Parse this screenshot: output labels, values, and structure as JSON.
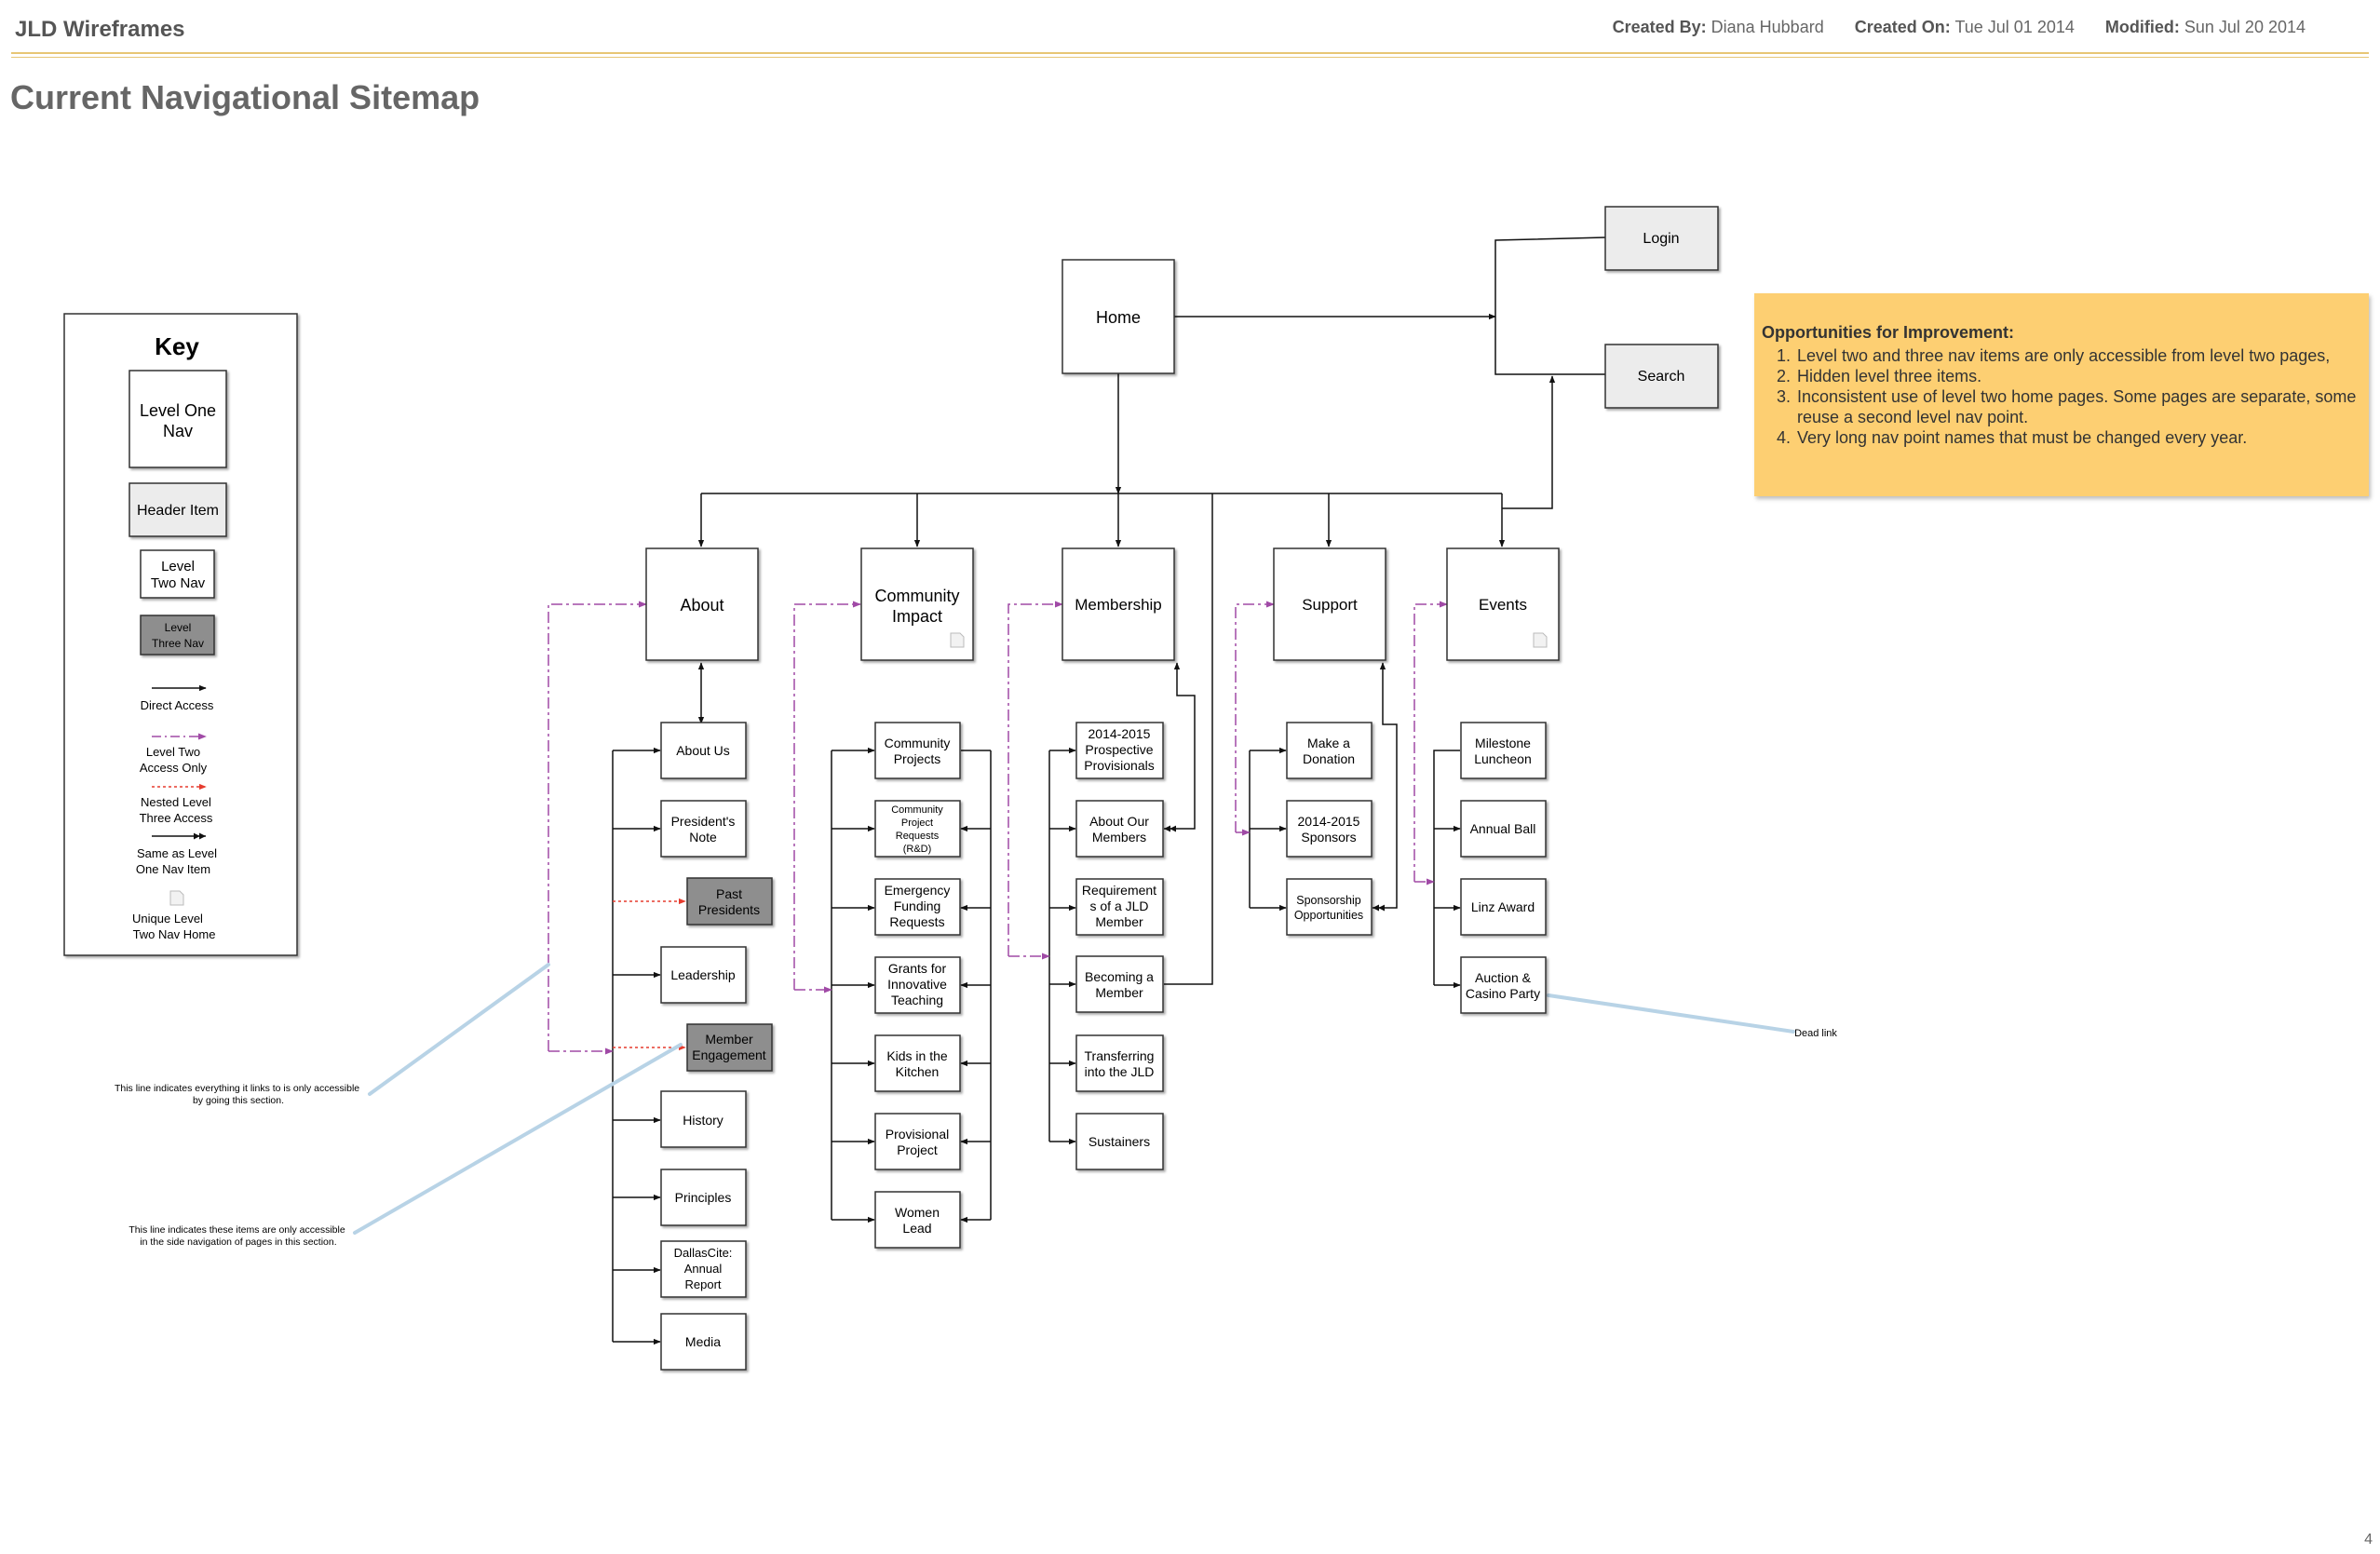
{
  "header": {
    "app_title": "JLD Wireframes",
    "created_by_label": "Created By:",
    "created_by_value": "Diana Hubbard",
    "created_on_label": "Created On:",
    "created_on_value": "Tue Jul 01 2014",
    "modified_label": "Modified:",
    "modified_value": "Sun Jul 20 2014"
  },
  "page_title": "Current Navigational Sitemap",
  "page_number": "4",
  "key": {
    "title": "Key",
    "level_one": "Level One Nav",
    "header_item": "Header Item",
    "level_two": "Level Two Nav",
    "level_three": "Level Three Nav",
    "direct_access": "Direct Access",
    "level_two_access": "Level Two Access Only",
    "nested_access": "Nested Level Three Access",
    "same_as": "Same as Level One Nav Item",
    "unique_home": "Unique Level Two Nav Home"
  },
  "nodes": {
    "home": "Home",
    "login": "Login",
    "search": "Search",
    "about": "About",
    "community_impact": "Community Impact",
    "membership": "Membership",
    "support": "Support",
    "events": "Events",
    "about_us": "About Us",
    "presidents_note": "President's Note",
    "past_presidents": "Past Presidents",
    "leadership": "Leadership",
    "member_engagement": "Member Engagement",
    "history": "History",
    "principles": "Principles",
    "dallascite": "DallasCite: Annual Report",
    "media": "Media",
    "community_projects": "Community Projects",
    "cprd": "Community Project Requests (R&D)",
    "emergency": "Emergency Funding Requests",
    "grants": "Grants for Innovative Teaching",
    "kids": "Kids in the Kitchen",
    "provisional_project": "Provisional Project",
    "women_lead": "Women Lead",
    "prospective": "2014-2015 Prospective Provisionals",
    "about_members": "About Our Members",
    "requirements": "Requirements of a JLD Member",
    "becoming": "Becoming a Member",
    "transferring": "Transferring into the JLD",
    "sustainers": "Sustainers",
    "donation": "Make a Donation",
    "sponsors": "2014-2015 Sponsors",
    "sponsorship": "Sponsorship Opportunities",
    "milestone": "Milestone Luncheon",
    "annual_ball": "Annual Ball",
    "linz": "Linz Award",
    "auction": "Auction & Casino Party"
  },
  "annotations": {
    "dead_link": "Dead link",
    "only_section": "This line indicates everything it links to is only accessible by going this section.",
    "side_nav": "This line indicates these items are only accessible in the side navigation of pages in this section."
  },
  "note": {
    "title": "Opportunities for Improvement:",
    "items": [
      "Level two and three nav items are only accessible from level two pages,",
      "Hidden level three items.",
      "Inconsistent use of level two home pages. Some pages are separate, some reuse a second level nav point.",
      "Very long nav point names that must be changed every year."
    ]
  },
  "colors": {
    "header_rule": "#e7c675",
    "note_bg": "#fdcf72",
    "level_two_access": "#a04aa6",
    "nested_access": "#e63c2e",
    "level_three_fill": "#8e8e8e",
    "header_item_fill": "#ececec",
    "callout_line": "#b8d3e6"
  }
}
